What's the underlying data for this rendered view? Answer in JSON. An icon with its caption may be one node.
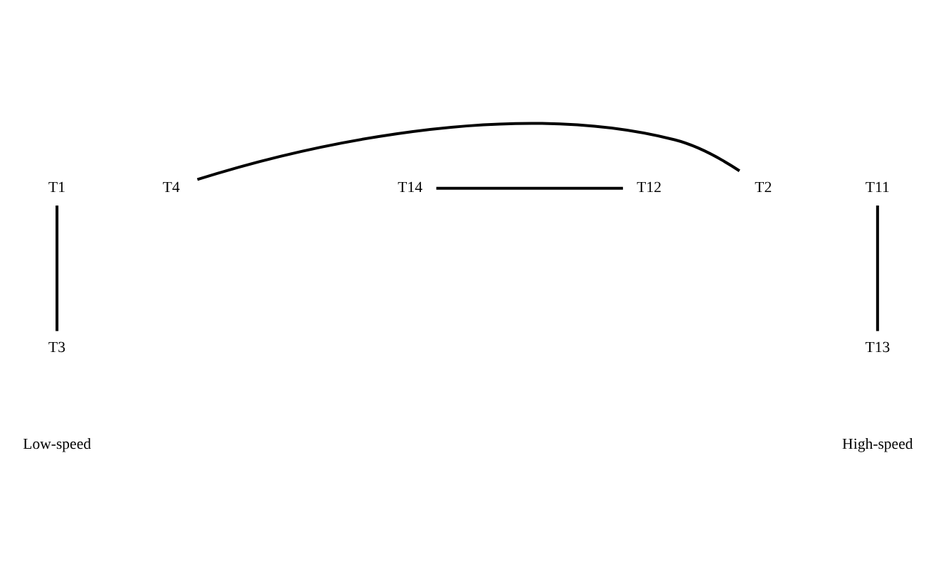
{
  "diagram": {
    "nodes": [
      {
        "text": [
          "T1"
        ]
      },
      {
        "text": [
          "T2"
        ]
      },
      {
        "text": [
          "T3"
        ]
      },
      {
        "text": [
          "T4"
        ]
      },
      {
        "text": [
          "T11"
        ]
      },
      {
        "text": [
          "T12"
        ]
      },
      {
        "text": [
          "T13"
        ]
      },
      {
        "text": [
          "T14"
        ]
      }
    ],
    "edges": [
      {
        "from": 0,
        "to": 2,
        "arrow": "none"
      },
      {
        "from": 3,
        "to": 1,
        "arrow": "none"
      },
      {
        "from": 4,
        "to": 6,
        "arrow": "none"
      },
      {
        "from": 7,
        "to": 5,
        "arrow": "none"
      }
    ],
    "labels": [
      "Low-speed",
      "High-speed"
    ]
  }
}
